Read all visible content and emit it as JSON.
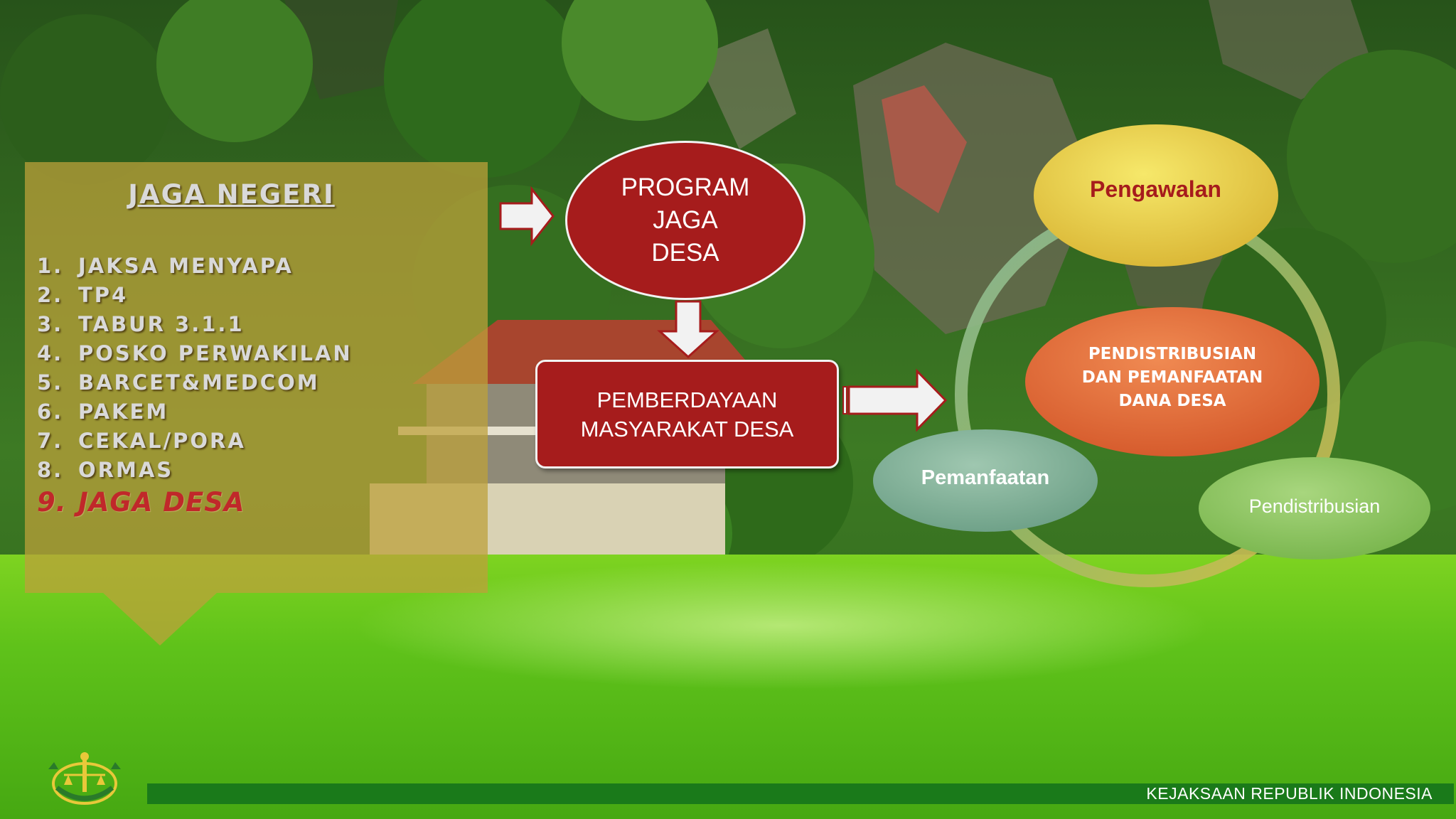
{
  "panel": {
    "title": "JAGA NEGERI",
    "items": [
      {
        "num": "1.",
        "label": "JAKSA MENYAPA"
      },
      {
        "num": "2.",
        "label": "TP4"
      },
      {
        "num": "3.",
        "label": "TABUR 3.1.1"
      },
      {
        "num": "4.",
        "label": "POSKO PERWAKILAN"
      },
      {
        "num": "5.",
        "label": "BARCET&MEDCOM"
      },
      {
        "num": "6.",
        "label": "PAKEM"
      },
      {
        "num": "7.",
        "label": "CEKAL/PORA"
      },
      {
        "num": "8.",
        "label": "ORMAS"
      }
    ],
    "highlight": {
      "num": "9.",
      "label": "JAGA DESA"
    }
  },
  "flow": {
    "program_line1": "PROGRAM",
    "program_line2": "JAGA",
    "program_line3": "DESA",
    "pemberdayaan_line1": "PEMBERDAYAAN",
    "pemberdayaan_line2": "MASYARAKAT DESA"
  },
  "cycle": {
    "pengawalan": "Pengawalan",
    "center_line1": "PENDISTRIBUSIAN",
    "center_line2": "DAN PEMANFAATAN",
    "center_line3": "DANA DESA",
    "pemanfaatan": "Pemanfaatan",
    "pendistribusian": "Pendistribusian"
  },
  "footer": {
    "org": "KEJAKSAAN REPUBLIK INDONESIA"
  },
  "colors": {
    "node_red": "#a61c1c",
    "panel_gold": "#bda03a",
    "highlight_red": "#c0282a",
    "footer_green": "#1a7a1a"
  }
}
